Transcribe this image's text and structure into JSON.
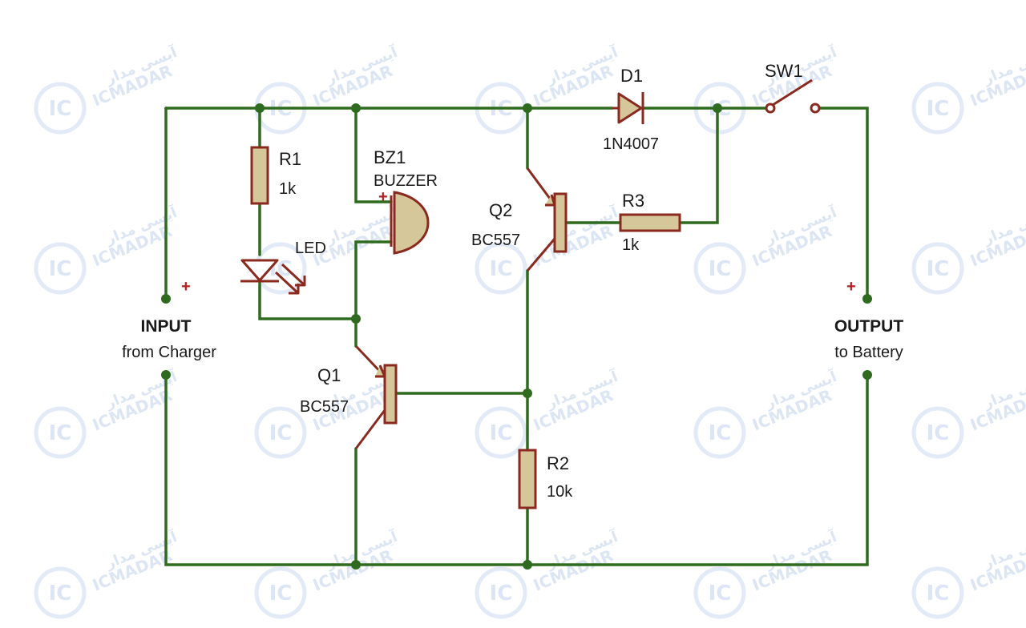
{
  "labels": {
    "r1_ref": "R1",
    "r1_val": "1k",
    "led": "LED",
    "bz1_ref": "BZ1",
    "bz1_val": "BUZZER",
    "q1_ref": "Q1",
    "q1_val": "BC557",
    "q2_ref": "Q2",
    "q2_val": "BC557",
    "r2_ref": "R2",
    "r2_val": "10k",
    "r3_ref": "R3",
    "r3_val": "1k",
    "d1_ref": "D1",
    "d1_val": "1N4007",
    "sw1_ref": "SW1",
    "input_title": "INPUT",
    "input_sub": "from Charger",
    "output_title": "OUTPUT",
    "output_sub": "to  Battery",
    "plus": "+"
  },
  "watermark": {
    "text": "ICMADAR",
    "logo": "IC",
    "persian": "آیسی مدار"
  },
  "colors": {
    "wire": "#2e6b1f",
    "component": "#8a2a1f",
    "body": "#d6c79a",
    "polarity": "#b32020"
  }
}
